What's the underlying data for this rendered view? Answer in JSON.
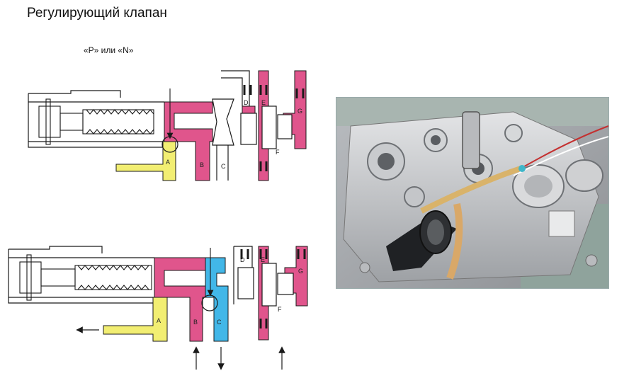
{
  "title": "Регулирующий клапан",
  "subtitle": "«P» или «N»",
  "labels": {
    "A": "A",
    "B": "B",
    "C": "C",
    "D": "D",
    "E": "E",
    "F": "F",
    "G": "G"
  },
  "colors": {
    "pink": "#e0558c",
    "yellow": "#f2ee72",
    "blue": "#42b7e8",
    "line": "#1a1a1a"
  },
  "photo": {
    "icon": "valve-body-photo"
  }
}
